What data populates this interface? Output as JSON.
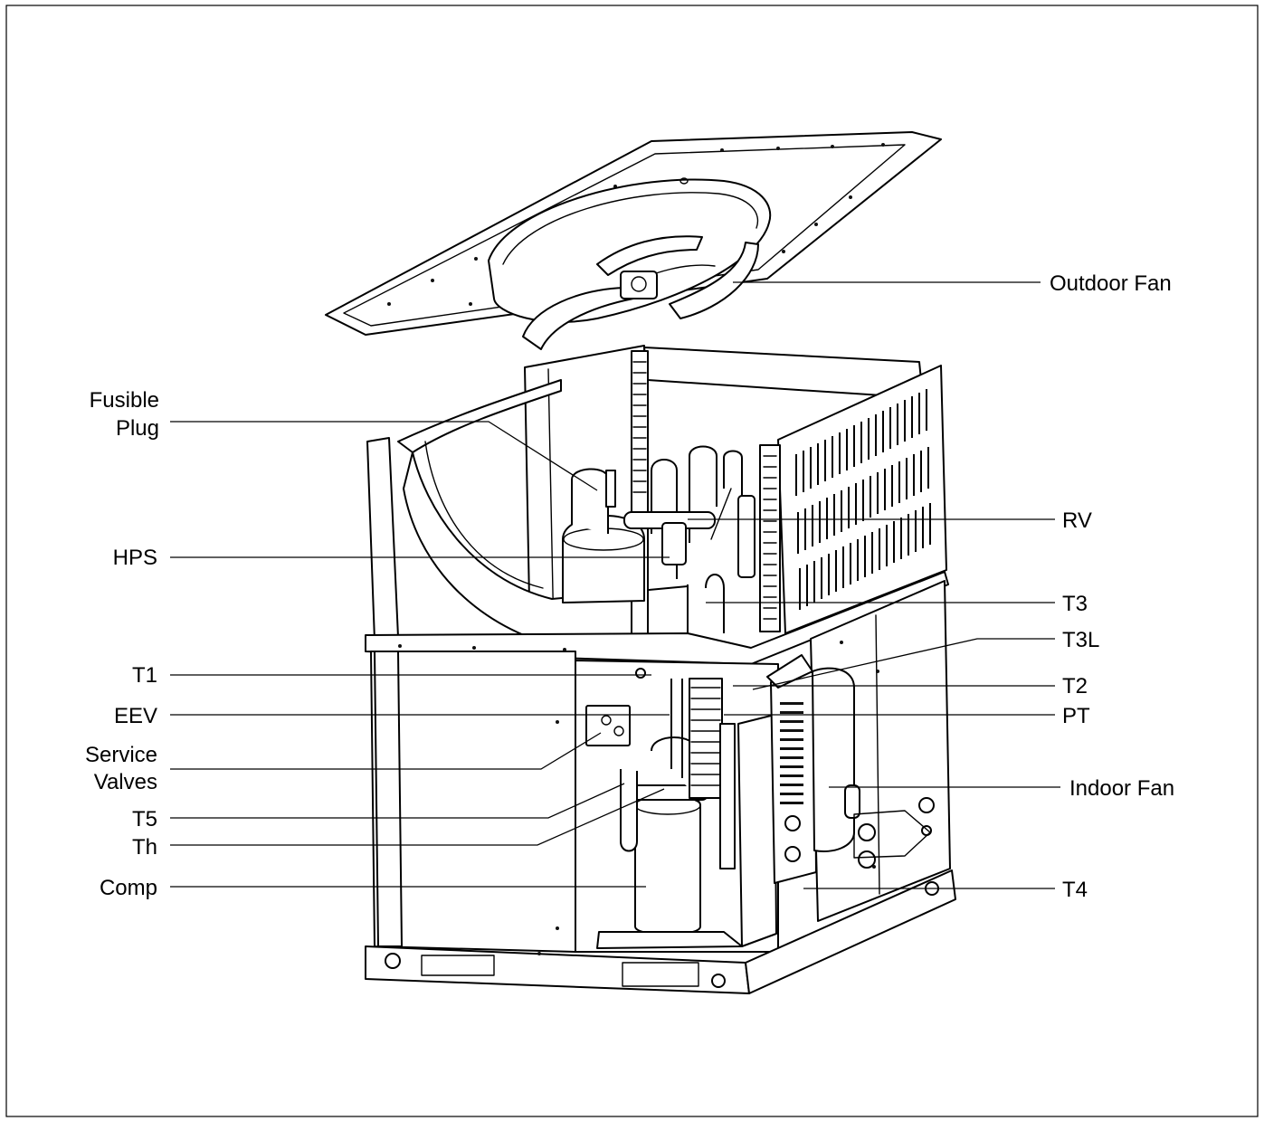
{
  "labels": {
    "outdoor_fan": "Outdoor Fan",
    "fusible_plug_1": "Fusible",
    "fusible_plug_2": "Plug",
    "hps": "HPS",
    "rv": "RV",
    "t3": "T3",
    "t3l": "T3L",
    "t1": "T1",
    "t2": "T2",
    "eev": "EEV",
    "pt": "PT",
    "service_valves_1": "Service",
    "service_valves_2": "Valves",
    "indoor_fan": "Indoor Fan",
    "t5": "T5",
    "th": "Th",
    "comp": "Comp",
    "t4": "T4"
  }
}
